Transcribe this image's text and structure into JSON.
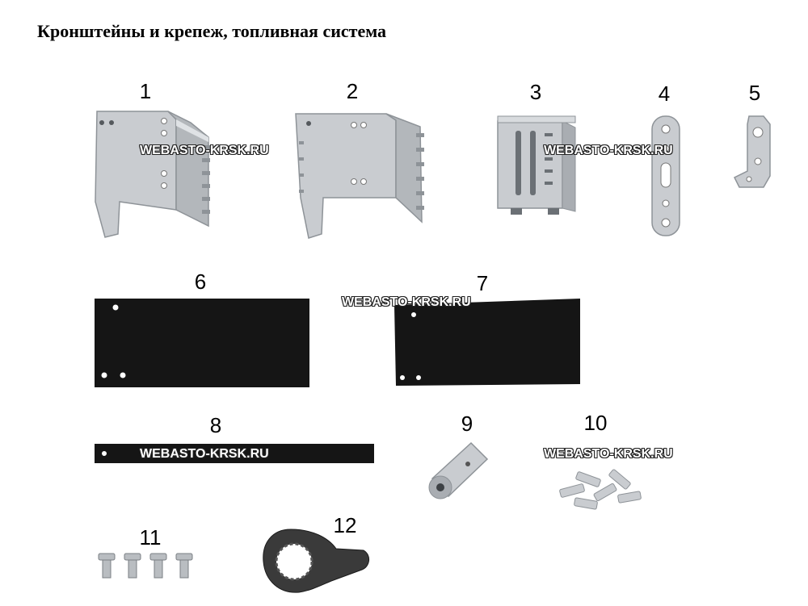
{
  "title": "Кронштейны и  крепеж, топливная система",
  "watermark": "WEBASTO-KRSK.RU",
  "parts": [
    {
      "number": "1",
      "name": "bracket-1"
    },
    {
      "number": "2",
      "name": "bracket-2"
    },
    {
      "number": "3",
      "name": "bracket-3"
    },
    {
      "number": "4",
      "name": "mounting-strip"
    },
    {
      "number": "5",
      "name": "angle-bracket"
    },
    {
      "number": "6",
      "name": "black-plate-6"
    },
    {
      "number": "7",
      "name": "black-plate-7"
    },
    {
      "number": "8",
      "name": "black-strip"
    },
    {
      "number": "9",
      "name": "spacer-sleeve"
    },
    {
      "number": "10",
      "name": "screw-set-10"
    },
    {
      "number": "11",
      "name": "screw-set-11"
    },
    {
      "number": "12",
      "name": "spline-wrench"
    }
  ],
  "colors": {
    "metal": "#c9ccd0",
    "metal_dark": "#8e9398",
    "plate": "#151515",
    "background": "#ffffff"
  }
}
